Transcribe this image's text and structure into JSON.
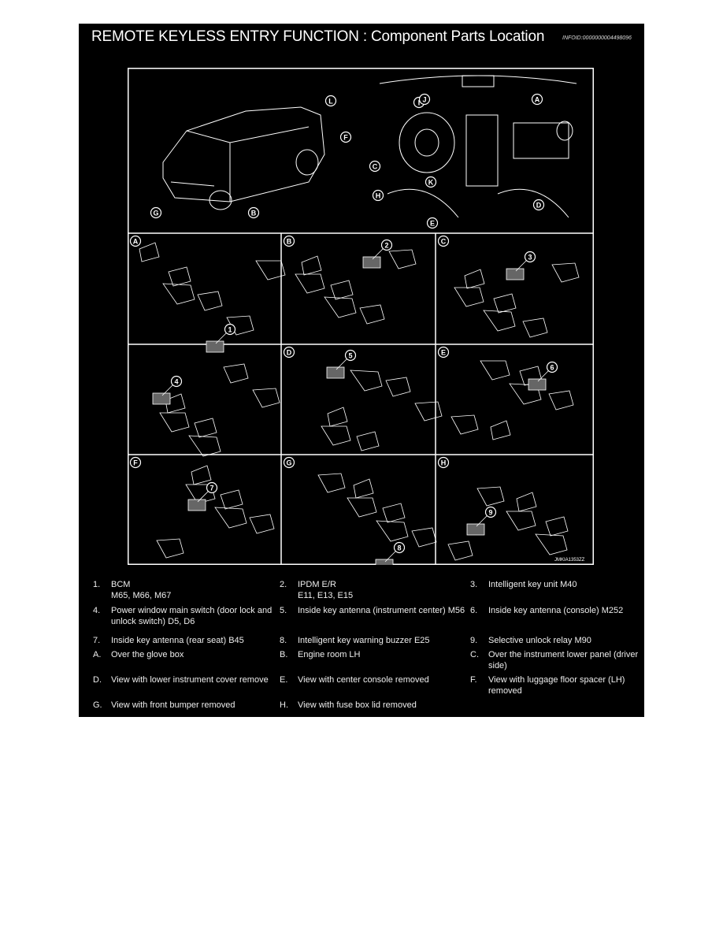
{
  "header": {
    "title": "REMOTE KEYLESS ENTRY FUNCTION : Component  Parts  Location",
    "infoid": "INFOID:0000000004498096"
  },
  "diagram": {
    "image_code": "JMKIA1353ZZ",
    "overview_callouts": [
      "L",
      "F",
      "G",
      "B",
      "I",
      "J",
      "A",
      "C",
      "H",
      "K",
      "E",
      "D"
    ],
    "panels": [
      {
        "label": "A",
        "callout": "1"
      },
      {
        "label": "B",
        "callout": "2"
      },
      {
        "label": "C",
        "callout": "3"
      },
      {
        "label": "",
        "callout": "4"
      },
      {
        "label": "D",
        "callout": "5"
      },
      {
        "label": "E",
        "callout": "6"
      },
      {
        "label": "F",
        "callout": "7"
      },
      {
        "label": "G",
        "callout": "8"
      },
      {
        "label": "H",
        "callout": "9"
      }
    ]
  },
  "legend": [
    {
      "n": "1.",
      "t": "BCM\nM65, M66, M67"
    },
    {
      "n": "2.",
      "t": "IPDM E/R\nE11, E13, E15"
    },
    {
      "n": "3.",
      "t": "Intelligent key unit M40"
    },
    {
      "n": "4.",
      "t": "Power window main switch (door lock and unlock switch) D5, D6"
    },
    {
      "n": "5.",
      "t": "Inside key antenna (instrument center) M56"
    },
    {
      "n": "6.",
      "t": "Inside key antenna (console) M252"
    },
    {
      "n": "7.",
      "t": "Inside key antenna (rear seat) B45"
    },
    {
      "n": "8.",
      "t": "Intelligent key warning buzzer E25"
    },
    {
      "n": "9.",
      "t": "Selective unlock relay M90"
    },
    {
      "n": "A.",
      "t": "Over the glove box"
    },
    {
      "n": "B.",
      "t": "Engine room LH"
    },
    {
      "n": "C.",
      "t": "Over the instrument lower panel (driver side)"
    },
    {
      "n": "D.",
      "t": "View with lower instrument cover remove"
    },
    {
      "n": "E.",
      "t": "View with center console removed"
    },
    {
      "n": "F.",
      "t": "View with luggage floor spacer (LH) removed"
    },
    {
      "n": "G.",
      "t": "View with front bumper removed"
    },
    {
      "n": "H.",
      "t": "View with fuse box lid removed"
    }
  ]
}
